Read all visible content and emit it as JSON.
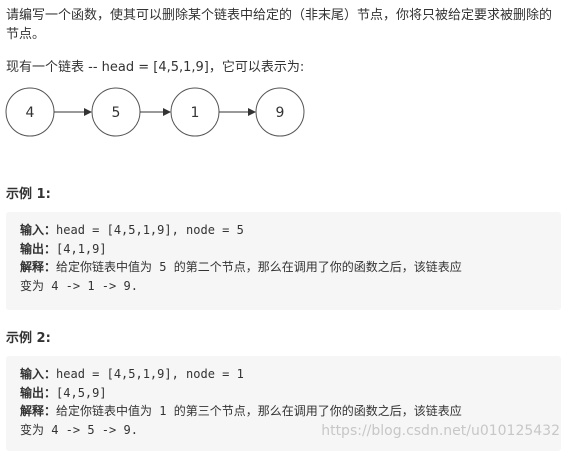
{
  "intro": "请编写一个函数，使其可以删除某个链表中给定的（非末尾）节点，你将只被给定要求被删除的节点。",
  "list_line": "现有一个链表 -- head = [4,5,1,9]，它可以表示为:",
  "nodes": [
    "4",
    "5",
    "1",
    "9"
  ],
  "examples": [
    {
      "title": "示例 1:",
      "input_label": "输入：",
      "input": "head = [4,5,1,9], node = 5",
      "output_label": "输出：",
      "output": "[4,1,9]",
      "explain_label": "解释：",
      "explain_1": "给定你链表中值为 5 的第二个节点，那么在调用了你的函数之后，该链表应",
      "explain_2": "变为 4 -> 1 -> 9."
    },
    {
      "title": "示例 2:",
      "input_label": "输入：",
      "input": "head = [4,5,1,9], node = 1",
      "output_label": "输出：",
      "output": "[4,5,9]",
      "explain_label": "解释：",
      "explain_1": "给定你链表中值为 1 的第三个节点，那么在调用了你的函数之后，该链表应",
      "explain_2": "变为 4 -> 5 -> 9."
    }
  ],
  "watermark": "https://blog.csdn.net/u010125432"
}
